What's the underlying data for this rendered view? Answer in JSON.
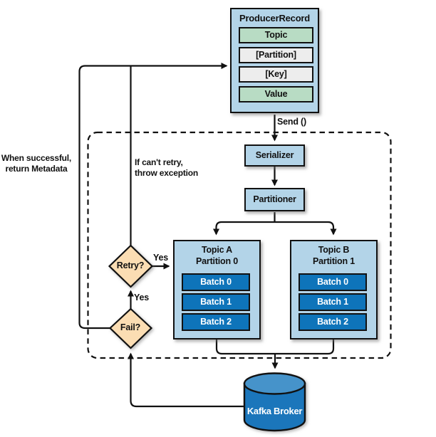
{
  "producer_record": {
    "title": "ProducerRecord",
    "fields": [
      {
        "label": "Topic"
      },
      {
        "label": "[Partition]"
      },
      {
        "label": "[Key]"
      },
      {
        "label": "Value"
      }
    ]
  },
  "labels": {
    "send": "Send ()",
    "serializer": "Serializer",
    "partitioner": "Partitioner",
    "retry": "Retry?",
    "fail": "Fail?",
    "yes_retry": "Yes",
    "yes_fail": "Yes",
    "broker": "Kafka Broker"
  },
  "notes": {
    "success_line1": "When successful,",
    "success_line2": "return Metadata",
    "cant_retry_line1": "If can't retry,",
    "cant_retry_line2": "throw exception"
  },
  "partitions": [
    {
      "line1": "Topic A",
      "line2": "Partition 0",
      "batches": [
        "Batch 0",
        "Batch 1",
        "Batch 2"
      ]
    },
    {
      "line1": "Topic B",
      "line2": "Partition 1",
      "batches": [
        "Batch 0",
        "Batch 1",
        "Batch 2"
      ]
    }
  ],
  "colors": {
    "box_blue": "#b3d4e8",
    "field_green": "#b8dcc4",
    "field_gray": "#ededed",
    "batch_blue": "#0e74ba",
    "diamond_peach": "#fbddb3",
    "cylinder_body": "#1b76bb",
    "cylinder_top": "#4693ca",
    "line": "#111111"
  }
}
